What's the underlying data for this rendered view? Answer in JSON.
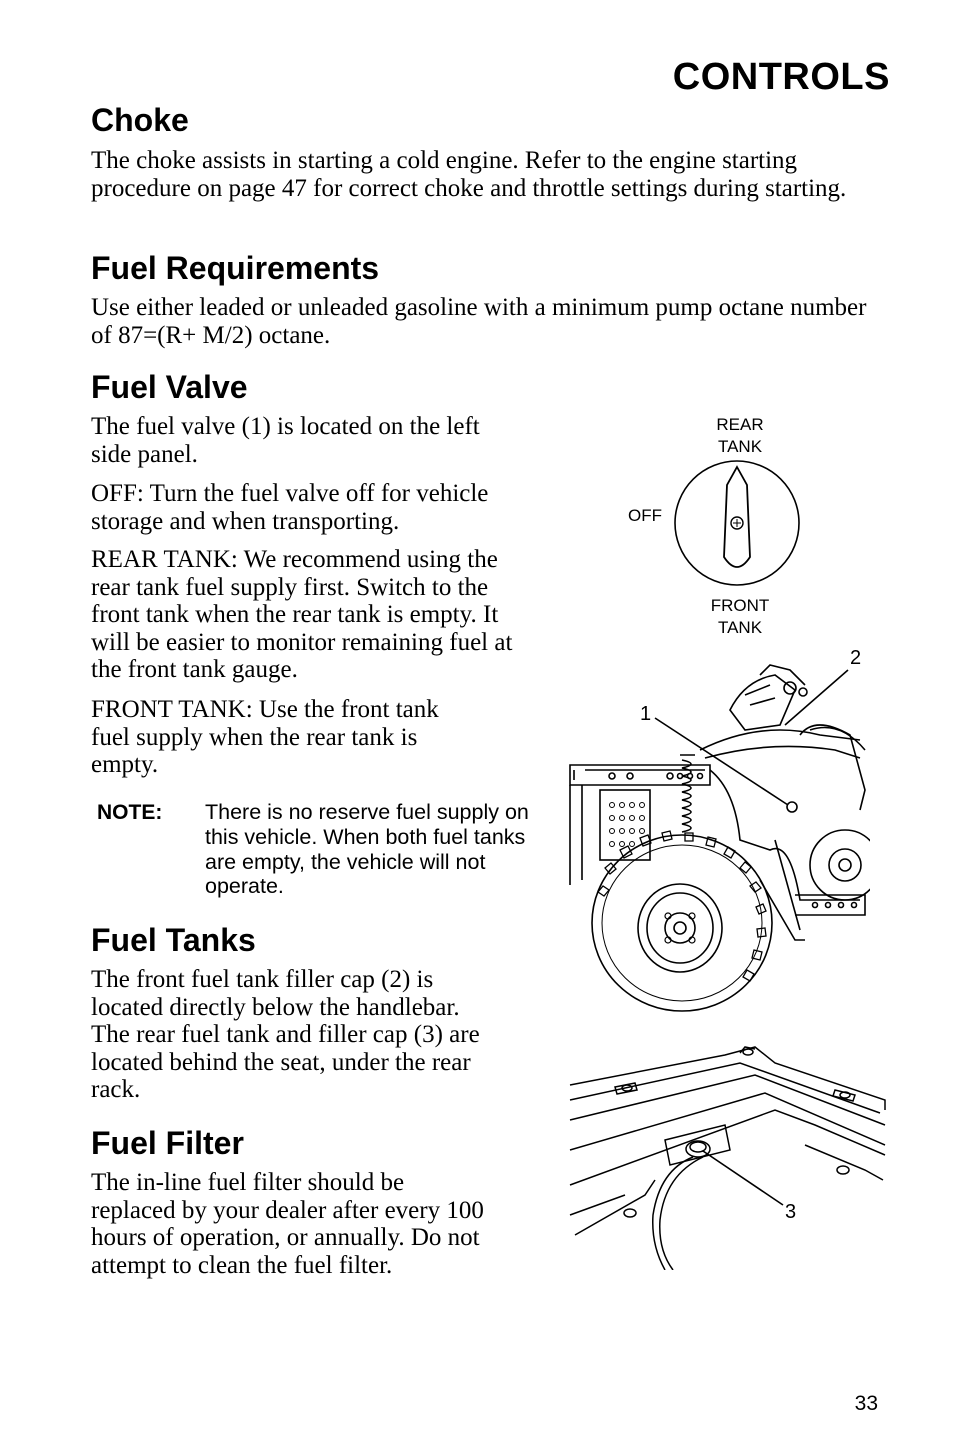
{
  "header": {
    "chapter": "CONTROLS"
  },
  "sections": {
    "choke": {
      "heading": "Choke",
      "body": "The choke assists in starting a cold engine.  Refer to the engine starting procedure on page 47 for correct choke and throttle settings during starting."
    },
    "fuel_requirements": {
      "heading": "Fuel Requirements",
      "body": "Use either leaded or unleaded gasoline with a minimum pump octane number of 87=(R+ M/2) octane."
    },
    "fuel_valve": {
      "heading": "Fuel Valve",
      "p1": "The fuel valve (1) is located on the left side panel.",
      "p2": "OFF:  Turn the fuel valve off for vehicle storage and when transporting.",
      "p3": "REAR TANK:  We recommend using the rear tank fuel supply first. Switch to the front tank when the rear tank is empty. It will be easier to monitor remaining fuel at the front tank gauge.",
      "p4": "FRONT TANK:  Use the front tank fuel supply when the rear tank is empty."
    },
    "note": {
      "label": "NOTE:",
      "text": "There is no reserve fuel supply on this vehicle. When both fuel tanks are empty, the vehicle will not operate."
    },
    "fuel_tanks": {
      "heading": "Fuel Tanks",
      "body": "The front fuel tank filler cap (2) is located directly below the handlebar.  The rear fuel tank and filler cap (3) are located behind the seat, under the rear rack."
    },
    "fuel_filter": {
      "heading": "Fuel Filter",
      "body": "The in-line fuel filter should be replaced by your dealer after every 100 hours of operation, or annually.  Do not attempt to clean the fuel filter."
    }
  },
  "figures": {
    "valve_dial": {
      "rear_line1": "REAR",
      "rear_line2": "TANK",
      "off": "OFF",
      "front_line1": "FRONT",
      "front_line2": "TANK"
    },
    "atv_callouts": {
      "c1": "1",
      "c2": "2"
    },
    "rack_callouts": {
      "c3": "3"
    }
  },
  "footer": {
    "page_number": "33"
  }
}
